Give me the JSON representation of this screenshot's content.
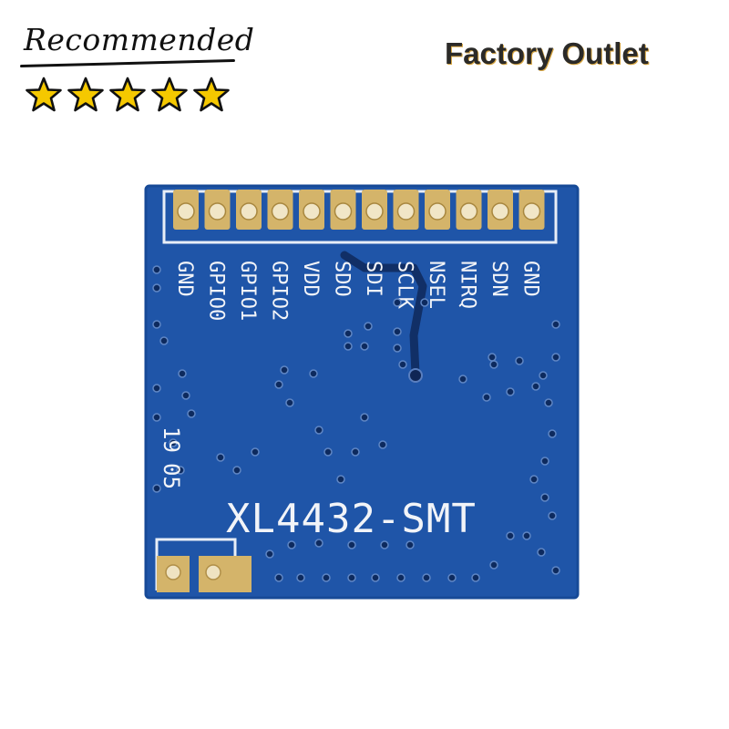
{
  "badge": {
    "title": "Recommended",
    "rating": 5,
    "star_icon": "star-icon",
    "star_color": "#f5c800"
  },
  "header": {
    "promo_text": "Factory Outlet"
  },
  "board": {
    "model": "XL4432-SMT",
    "date_code_1": "19",
    "date_code_2": "05",
    "pin_labels": [
      "GND",
      "GPIO0",
      "GPIO1",
      "GPIO2",
      "VDD",
      "SDO",
      "SDI",
      "SCLK",
      "NSEL",
      "NIRQ",
      "SDN",
      "GND"
    ],
    "colors": {
      "pcb": "#1f55a8",
      "pcb_edge": "#174a97",
      "pads": "#d4b46a",
      "silkscreen": "#f2f4f8"
    }
  }
}
